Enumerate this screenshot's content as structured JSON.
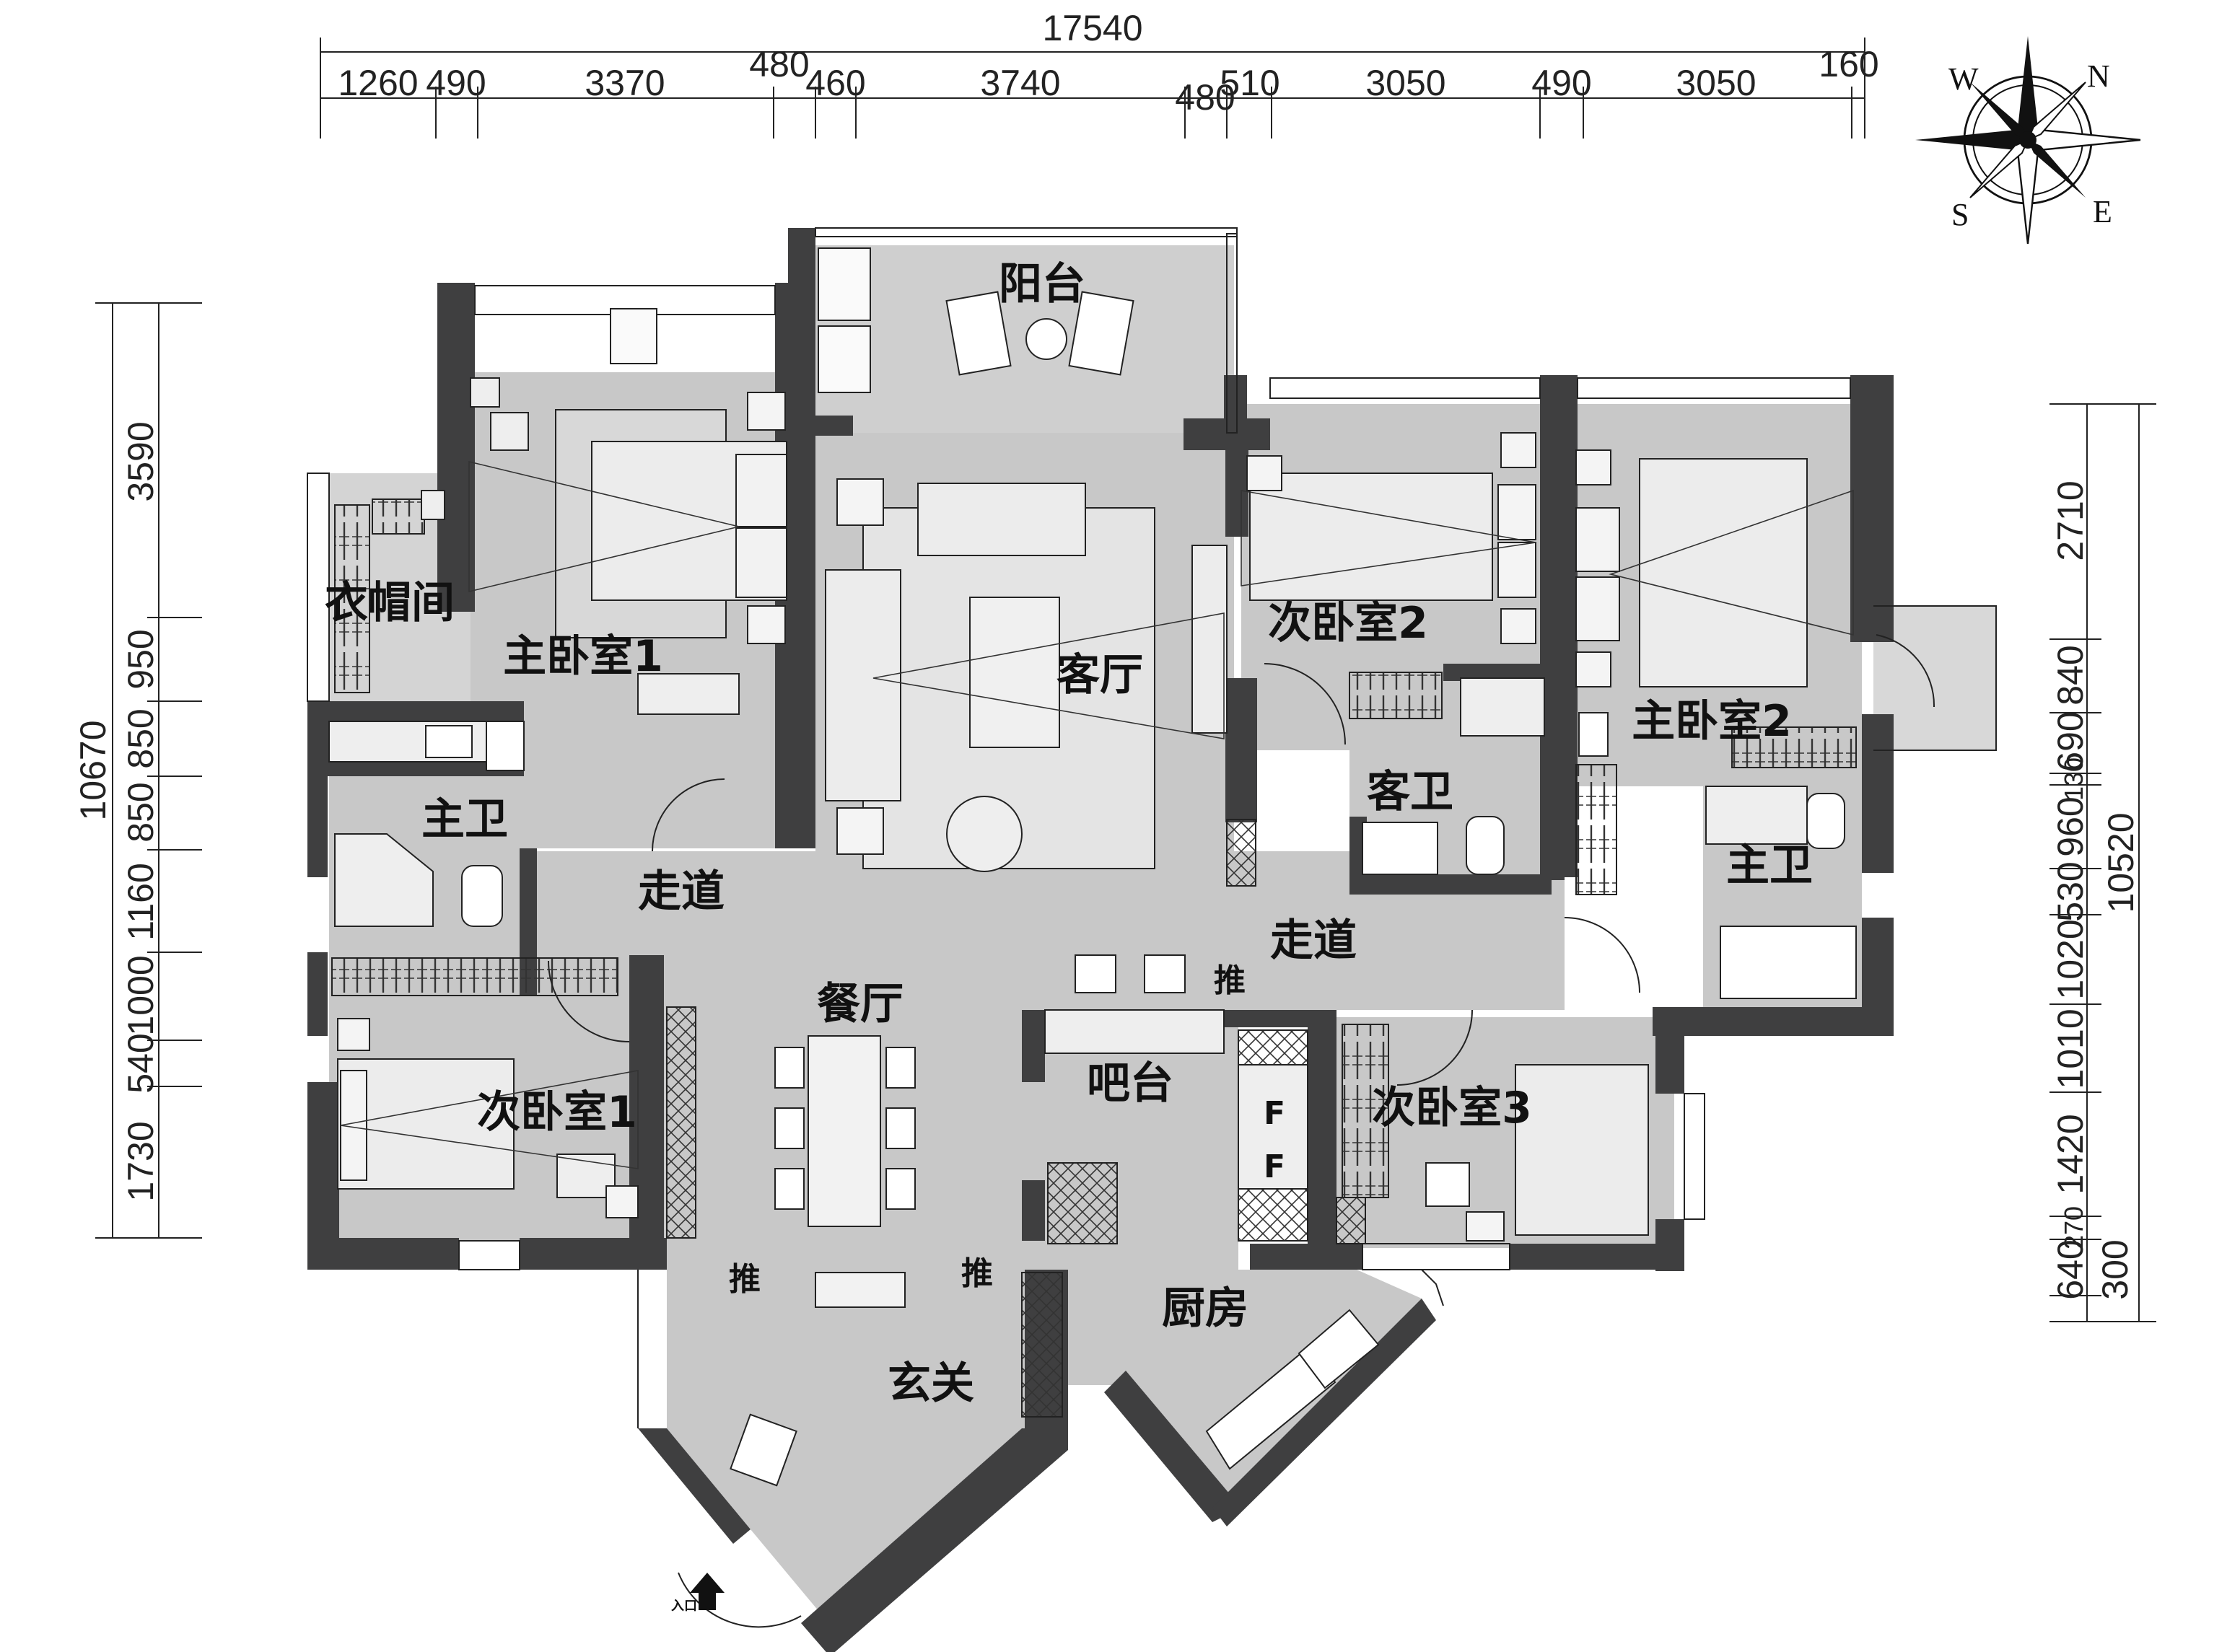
{
  "colors": {
    "wall": "#3f3f40",
    "floor": "#c8c8c8",
    "outdoor": "#e2e2e2",
    "line": "#1a1a1a",
    "paper": "#ffffff"
  },
  "compass": {
    "w": "W",
    "n": "N",
    "s": "S",
    "e": "E"
  },
  "dims_top": {
    "total": "17540",
    "segments": [
      "1260",
      "490",
      "3370",
      "480",
      "460",
      "3740",
      "480",
      "510",
      "3050",
      "490",
      "3050",
      "160"
    ]
  },
  "dims_left": {
    "total": "10670",
    "segments": [
      "3590",
      "950",
      "850",
      "850",
      "1160",
      "1000",
      "540",
      "1730"
    ]
  },
  "dims_right": {
    "total": "10520",
    "segments": [
      "2710",
      "840",
      "690",
      "130",
      "960",
      "530",
      "1020",
      "1010",
      "1420",
      "270",
      "640",
      "300"
    ]
  },
  "rooms": {
    "balcony": "阳台",
    "living_room": "客厅",
    "master_bedroom_1": "主卧室1",
    "cloakroom": "衣帽间",
    "master_bath_1": "主卫",
    "corridor_left": "走道",
    "secondary_bedroom_1": "次卧室1",
    "dining_room": "餐厅",
    "bar_counter": "吧台",
    "entrance_hall": "玄关",
    "kitchen": "厨房",
    "secondary_bedroom_2": "次卧室2",
    "guest_bath": "客卫",
    "corridor_right": "走道",
    "secondary_bedroom_3": "次卧室3",
    "master_bedroom_2": "主卧室2",
    "master_bath_2": "主卫"
  },
  "marks": {
    "push_1": "推",
    "push_2": "推",
    "push_3": "推",
    "fridge_1": "F",
    "fridge_2": "F",
    "entry": "入口"
  }
}
